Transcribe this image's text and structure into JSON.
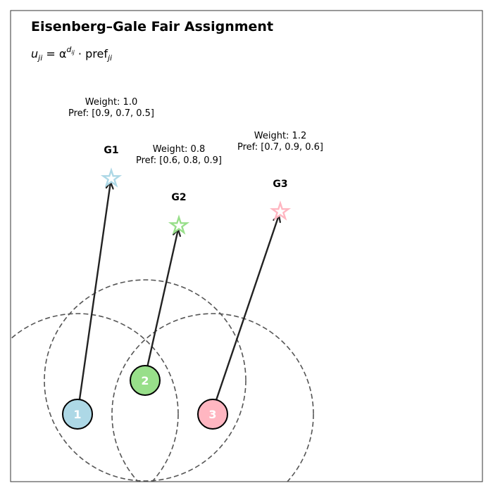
{
  "title": "Eisenberg–Gale Fair Assignment",
  "formula": {
    "u": "u",
    "u_sub": "ji",
    "eq": " = α",
    "exp_d": "d",
    "exp_sub": "ij",
    "dot": " · pref",
    "pref_sub": "ji"
  },
  "colors": {
    "agent_1": "#add8e6",
    "agent_2": "#98df8a",
    "agent_3": "#ffb6c1",
    "arrow": "#222222",
    "circle": "#555555"
  },
  "agents": [
    {
      "label": "1",
      "color": "#add8e6"
    },
    {
      "label": "2",
      "color": "#98df8a"
    },
    {
      "label": "3",
      "color": "#ffb6c1"
    }
  ],
  "goods": [
    {
      "label": "G1",
      "color": "#add8e6",
      "weight_text": "Weight: 1.0",
      "pref_text": "Pref: [0.9, 0.7, 0.5]"
    },
    {
      "label": "G2",
      "color": "#98df8a",
      "weight_text": "Weight: 0.8",
      "pref_text": "Pref: [0.6, 0.8, 0.9]"
    },
    {
      "label": "G3",
      "color": "#ffb6c1",
      "weight_text": "Weight: 1.2",
      "pref_text": "Pref: [0.7, 0.9, 0.6]"
    }
  ]
}
